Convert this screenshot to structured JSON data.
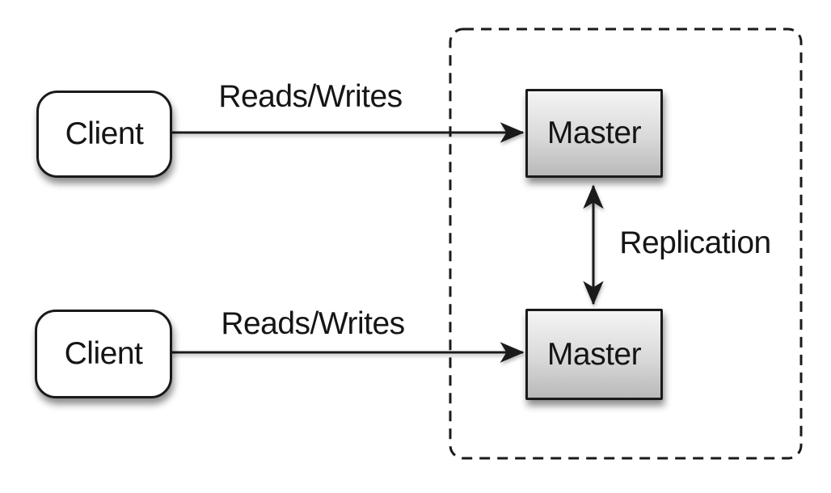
{
  "nodes": {
    "clients": [
      {
        "label": "Client"
      },
      {
        "label": "Client"
      }
    ],
    "masters": [
      {
        "label": "Master"
      },
      {
        "label": "Master"
      }
    ]
  },
  "edges": {
    "reads_writes_top": {
      "label": "Reads/Writes"
    },
    "reads_writes_bottom": {
      "label": "Reads/Writes"
    },
    "replication": {
      "label": "Replication"
    }
  },
  "colors": {
    "background": "#ffffff",
    "stroke": "#1a1a1a",
    "text": "#151515",
    "client_fill": "#ffffff",
    "master_fill_top": "#f4f4f4",
    "master_fill_mid": "#d9d9d9",
    "master_fill_bottom": "#b9b9b9"
  }
}
